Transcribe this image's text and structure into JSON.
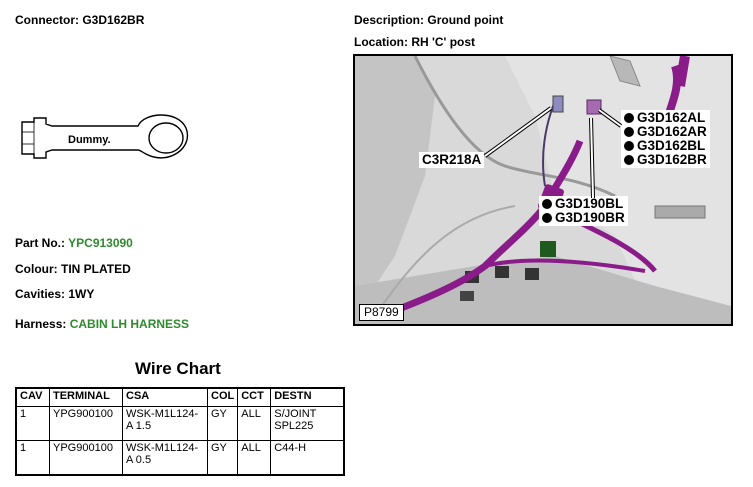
{
  "connector": {
    "label": "Connector:",
    "value": "G3D162BR"
  },
  "description": {
    "label": "Description:",
    "value": "Ground point"
  },
  "location": {
    "label": "Location:",
    "value": "RH 'C' post"
  },
  "diagram": {
    "terminal_text": "Dummy."
  },
  "part_no": {
    "label": "Part No.:",
    "value": "YPC913090"
  },
  "colour": {
    "label": "Colour:",
    "value": "TIN PLATED"
  },
  "cavities": {
    "label": "Cavities:",
    "value": "1WY"
  },
  "harness": {
    "label": "Harness:",
    "value": "CABIN LH HARNESS"
  },
  "photo": {
    "callout_c3r218a": "C3R218A",
    "callout_g3d190": [
      "G3D190BL",
      "G3D190BR"
    ],
    "callout_g3d162": [
      "G3D162AL",
      "G3D162AR",
      "G3D162BL",
      "G3D162BR"
    ],
    "photo_id": "P8799"
  },
  "wire_chart": {
    "title": "Wire Chart",
    "headers": [
      "CAV",
      "TERMINAL",
      "CSA",
      "COL",
      "CCT",
      "DESTN"
    ],
    "rows": [
      [
        "1",
        "YPG900100",
        "WSK-M1L124-A 1.5",
        "GY",
        "ALL",
        "S/JOINT SPL225"
      ],
      [
        "1",
        "YPG900100",
        "WSK-M1L124-A 0.5",
        "GY",
        "ALL",
        "C44-H"
      ]
    ]
  },
  "colors": {
    "harness_text": "#2e8b2e",
    "harness_wire": "#8a1c8a"
  }
}
